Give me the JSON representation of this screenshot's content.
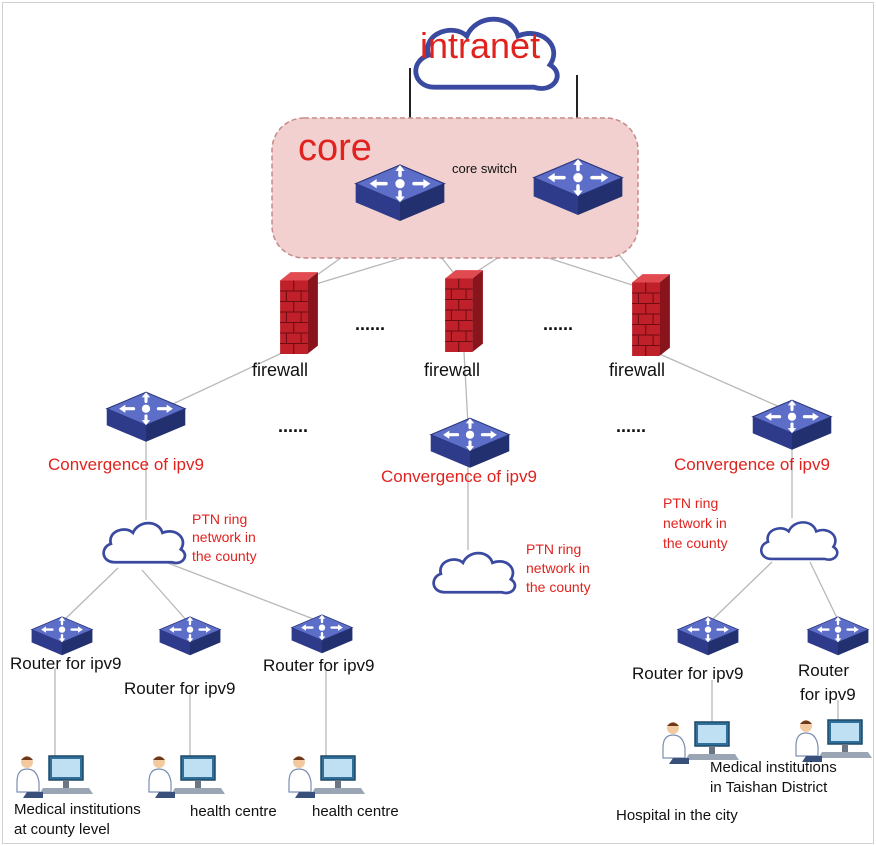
{
  "labels": {
    "intranet": "intranet",
    "core": "core",
    "core_switch": "core switch",
    "firewall": "firewall",
    "dots": "......",
    "convergence": "Convergence of ipv9",
    "ptn_line1": "PTN ring",
    "ptn_line2": "network in",
    "ptn_line3": "the county",
    "router": "Router for ipv9",
    "router_split_1": "Router",
    "router_split_2": "for ipv9",
    "medical_county_1": "Medical institutions",
    "medical_county_2": "at county level",
    "health_centre": "health centre",
    "medical_taishan_1": "Medical institutions",
    "medical_taishan_2": "in Taishan District",
    "hospital_city": "Hospital in the city"
  },
  "colors": {
    "label_red": "#e0231f",
    "core_zone_fill": "#f2d0d0",
    "core_zone_stroke": "#c88a8a",
    "device_blue": "#3a4aa0",
    "firewall_red": "#c0202a",
    "link_gray": "#b8b8b8",
    "link_black": "#222222",
    "cloud_stroke": "#3a4aa0"
  },
  "icons": {
    "cloud": "cloud-icon",
    "switch": "switch-icon",
    "firewall": "firewall-icon",
    "computer_user": "computer-user-icon"
  }
}
